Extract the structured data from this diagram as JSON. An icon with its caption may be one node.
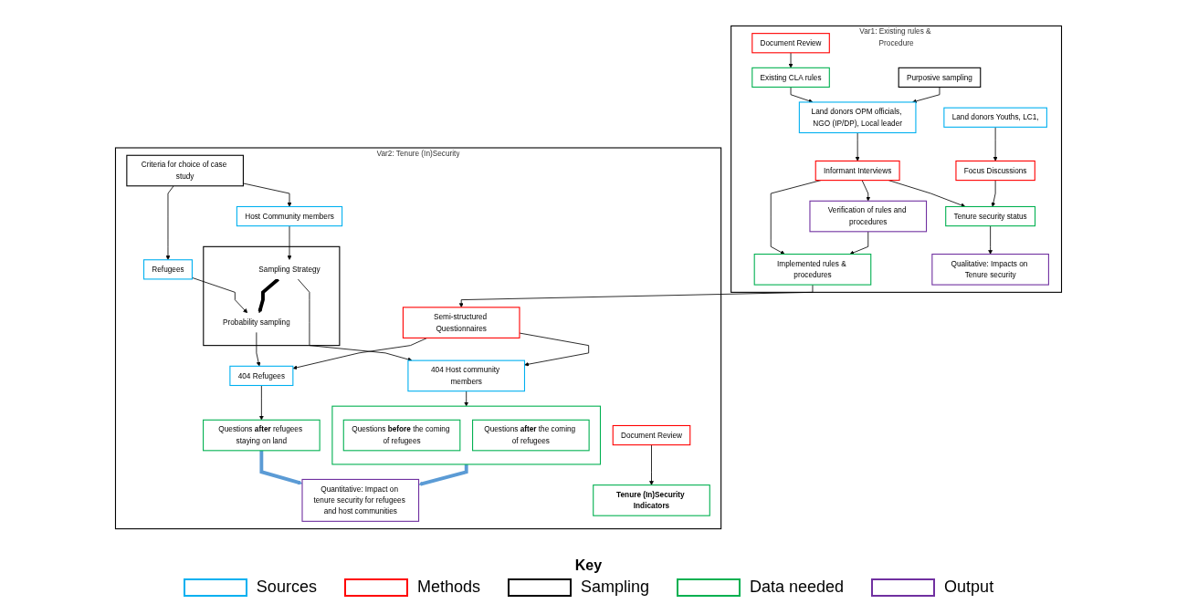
{
  "diagram": {
    "nodes": [
      {
        "text": [
          "Var1: Existing rules & Procedure"
        ]
      },
      {
        "text": [
          "Existing CLA rules"
        ],
        "in": 0
      },
      {
        "text": [
          "Document Review"
        ],
        "in": 0
      },
      {
        "text": [
          "Land donors OPM officials, NGO (IP/DP), Local leader"
        ],
        "in": 0
      },
      {
        "text": [
          "Purposive sampling"
        ],
        "in": 0
      },
      {
        "text": [
          "Informant Interviews"
        ],
        "in": 0
      },
      {
        "text": [
          "Verification of rules and procedures"
        ],
        "in": 0
      },
      {
        "text": [
          "Focus Discussions"
        ],
        "in": 0
      },
      {
        "text": [
          "Implemented rules & procedures"
        ],
        "in": 0
      },
      {
        "text": [
          "Land donors Youths, LC1,"
        ],
        "in": 0
      },
      {
        "text": [
          "Tenure security status"
        ],
        "in": 0
      },
      {
        "text": [
          "Qualitative: Impacts on Tenure security"
        ],
        "in": 0
      },
      {
        "text": [
          "Var2: Tenure (In)Security"
        ]
      },
      {
        "text": [
          "Document Review"
        ],
        "in": 12
      },
      {
        "text": [
          "Criteria for choice of case study"
        ],
        "in": 12
      },
      {
        "text": [
          "Tenure (In)Security Indicators"
        ],
        "in": 12
      },
      {
        "text": [
          "Host Community members"
        ],
        "in": 12
      },
      {
        "text": [
          "Refugees"
        ],
        "in": 12
      },
      {
        "text": [],
        "shape": "box",
        "in": 12
      },
      {
        "text": [
          "Sampling Strategy"
        ],
        "in": 18
      },
      {
        "text": [
          "Probability sampling"
        ],
        "in": 18
      },
      {
        "text": [
          "Semi-structured Questionnaires"
        ],
        "in": 12
      },
      {
        "text": [
          "404 Host community members"
        ],
        "in": 12
      },
      {
        "text": [
          "404 Refugees"
        ],
        "in": 12
      },
      {
        "text": [],
        "shape": "box",
        "in": 12
      },
      {
        "text": [
          "Questions **before** the coming of refugees"
        ],
        "in": 24
      },
      {
        "text": [
          "Questions **after** the coming of refugees"
        ],
        "in": 24
      },
      {
        "text": [
          "Questions **after** refugees staying on land"
        ],
        "in": 12
      },
      {
        "text": [
          "Quantitative: Impact on tenure security for refugees and host communities"
        ],
        "in": 12
      }
    ],
    "edges": [
      {
        "from": 2,
        "to": 1,
        "arrow": "to"
      },
      {
        "from": 1,
        "to": 3,
        "arrow": "to"
      },
      {
        "from": 4,
        "to": 3,
        "arrow": "to"
      },
      {
        "from": 3,
        "to": 5,
        "arrow": "to"
      },
      {
        "from": 5,
        "to": 6,
        "arrow": "to"
      },
      {
        "from": 5,
        "to": 8,
        "arrow": "to"
      },
      {
        "from": 5,
        "to": 10,
        "arrow": "to"
      },
      {
        "from": 6,
        "to": 8,
        "arrow": "to"
      },
      {
        "from": 9,
        "to": 7,
        "arrow": "to"
      },
      {
        "from": 7,
        "to": 10,
        "arrow": "to"
      },
      {
        "from": 10,
        "to": 11,
        "arrow": "to"
      },
      {
        "from": 8,
        "to": 21,
        "arrow": "to"
      },
      {
        "from": 13,
        "to": 15,
        "arrow": "to"
      },
      {
        "from": 14,
        "to": 16,
        "arrow": "to"
      },
      {
        "from": 14,
        "to": 17,
        "arrow": "to"
      },
      {
        "from": 16,
        "to": 19,
        "arrow": "to"
      },
      {
        "from": 17,
        "to": 20,
        "arrow": "to"
      },
      {
        "from": 19,
        "to": 20,
        "arrow": "to",
        "style": "thick"
      },
      {
        "from": 19,
        "to": 22,
        "arrow": "to"
      },
      {
        "from": 20,
        "to": 23,
        "arrow": "to"
      },
      {
        "from": 21,
        "to": 22,
        "arrow": "to"
      },
      {
        "from": 21,
        "to": 23,
        "arrow": "to"
      },
      {
        "from": 22,
        "to": 24,
        "arrow": "to"
      },
      {
        "from": 23,
        "to": 27,
        "arrow": "to"
      },
      {
        "from": 24,
        "to": 28,
        "arrow": "to",
        "style": "thick",
        "color": "#5b9bd5"
      },
      {
        "from": 27,
        "to": 28,
        "arrow": "to",
        "style": "thick",
        "color": "#5b9bd5"
      }
    ],
    "labels": [
      "Key"
    ],
    "legend": [
      {
        "text": "Sources",
        "color": "#00b0f0"
      },
      {
        "text": "Methods",
        "color": "#ff0000"
      },
      {
        "text": "Sampling",
        "color": "#000000"
      },
      {
        "text": "Data needed",
        "color": "#00b050"
      },
      {
        "text": "Output",
        "color": "#7030a0"
      }
    ]
  }
}
